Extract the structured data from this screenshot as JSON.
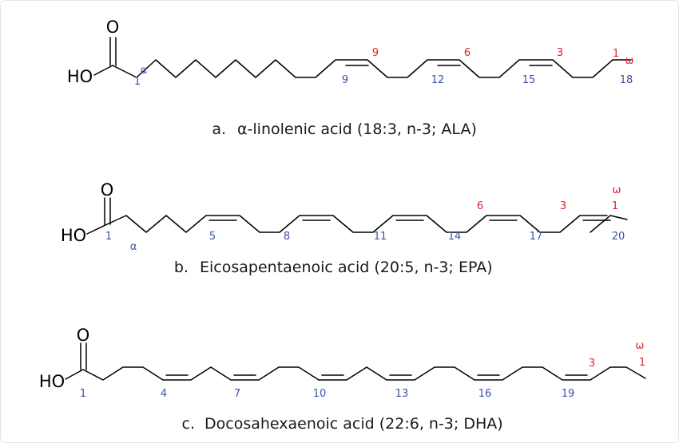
{
  "colors": {
    "bond": "#000000",
    "atom_text": "#000000",
    "carboxyl_numbering": "#3a54a8",
    "omega_numbering": "#e0202a",
    "caption_text": "#1a1a1a"
  },
  "molecules": [
    {
      "id": "ala",
      "caption_letter": "a.",
      "caption_text": "α-linolenic acid (18:3, n-3; ALA)",
      "oxygen_label": "O",
      "hydroxyl_label": "HO",
      "blue_labels": [
        "1",
        "α",
        "9",
        "12",
        "15",
        "18"
      ],
      "red_labels": [
        "9",
        "6",
        "3",
        "1",
        "ω"
      ]
    },
    {
      "id": "epa",
      "caption_letter": "b.",
      "caption_text": "Eicosapentaenoic acid (20:5, n-3; EPA)",
      "oxygen_label": "O",
      "hydroxyl_label": "HO",
      "blue_labels": [
        "1",
        "α",
        "5",
        "8",
        "11",
        "14",
        "17",
        "20"
      ],
      "red_labels": [
        "6",
        "3",
        "ω",
        "1"
      ]
    },
    {
      "id": "dha",
      "caption_letter": "c.",
      "caption_text": "Docosahexaenoic acid (22:6, n-3; DHA)",
      "oxygen_label": "O",
      "hydroxyl_label": "HO",
      "blue_labels": [
        "1",
        "4",
        "7",
        "10",
        "13",
        "16",
        "19"
      ],
      "red_labels": [
        "3",
        "ω",
        "1"
      ]
    }
  ]
}
